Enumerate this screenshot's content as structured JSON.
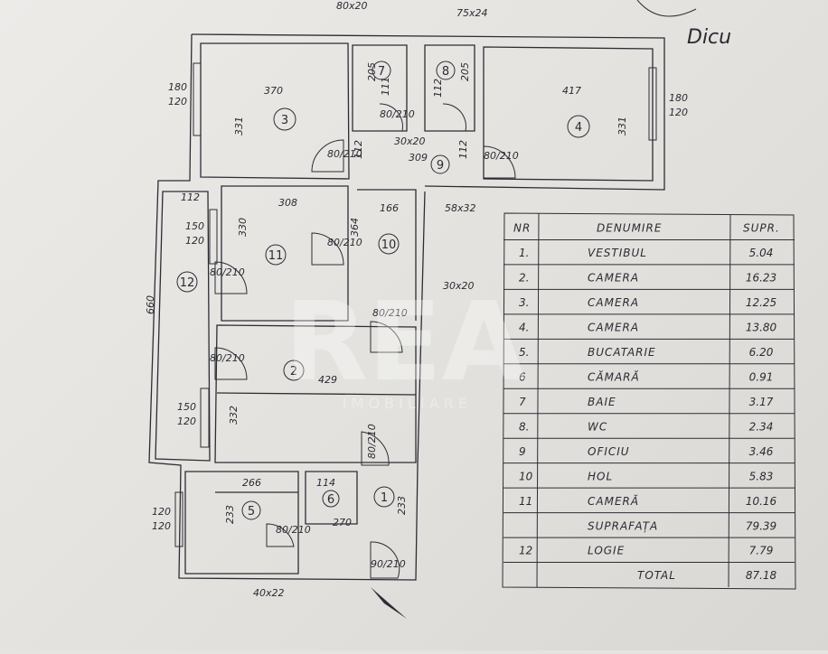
{
  "sheet": {
    "signature": "Dicu",
    "top_dims": [
      "80x20",
      "75x24"
    ],
    "side_dims": [
      "180",
      "120",
      "180",
      "120",
      "150",
      "120",
      "150",
      "120",
      "120",
      "120"
    ],
    "bottom_dims": [
      "40x22"
    ],
    "overall_dims": [
      "660",
      "370",
      "331",
      "417",
      "331",
      "308",
      "166",
      "330",
      "364",
      "429",
      "332",
      "266",
      "233",
      "114",
      "270",
      "233",
      "309",
      "112",
      "112",
      "205",
      "205",
      "111",
      "112",
      "112"
    ],
    "door_dims": [
      "80/210",
      "80/210",
      "80/210",
      "80/210",
      "80/210",
      "80/210",
      "80/210",
      "80/210",
      "90/210",
      "80/210"
    ],
    "opening_dims": [
      "30x20",
      "58x32",
      "30x20"
    ]
  },
  "rooms": [
    {
      "label": "1"
    },
    {
      "label": "2"
    },
    {
      "label": "3"
    },
    {
      "label": "4"
    },
    {
      "label": "5"
    },
    {
      "label": "6"
    },
    {
      "label": "7"
    },
    {
      "label": "8"
    },
    {
      "label": "9"
    },
    {
      "label": "10"
    },
    {
      "label": "11"
    },
    {
      "label": "12"
    }
  ],
  "table": {
    "header": {
      "nr": "NR",
      "name": "DENUMIRE",
      "area": "SUPR."
    },
    "rows": [
      {
        "nr": "1.",
        "name": "VESTIBUL",
        "area": "5.04"
      },
      {
        "nr": "2.",
        "name": "CAMERA",
        "area": "16.23"
      },
      {
        "nr": "3.",
        "name": "CAMERA",
        "area": "12.25"
      },
      {
        "nr": "4.",
        "name": "CAMERA",
        "area": "13.80"
      },
      {
        "nr": "5.",
        "name": "BUCATARIE",
        "area": "6.20"
      },
      {
        "nr": "6",
        "name": "CĂMARĂ",
        "area": "0.91"
      },
      {
        "nr": "7",
        "name": "BAIE",
        "area": "3.17"
      },
      {
        "nr": "8.",
        "name": "WC",
        "area": "2.34"
      },
      {
        "nr": "9",
        "name": "OFICIU",
        "area": "3.46"
      },
      {
        "nr": "10",
        "name": "HOL",
        "area": "5.83"
      },
      {
        "nr": "11",
        "name": "CAMERĂ",
        "area": "10.16"
      },
      {
        "nr": "",
        "name": "SUPRAFAȚA",
        "area": "79.39"
      },
      {
        "nr": "12",
        "name": "LOGIE",
        "area": "7.79"
      }
    ],
    "total_label": "TOTAL",
    "total_value": "87.18"
  },
  "watermark": {
    "brand": "REA",
    "sub": "I M O B I L I A R E"
  }
}
